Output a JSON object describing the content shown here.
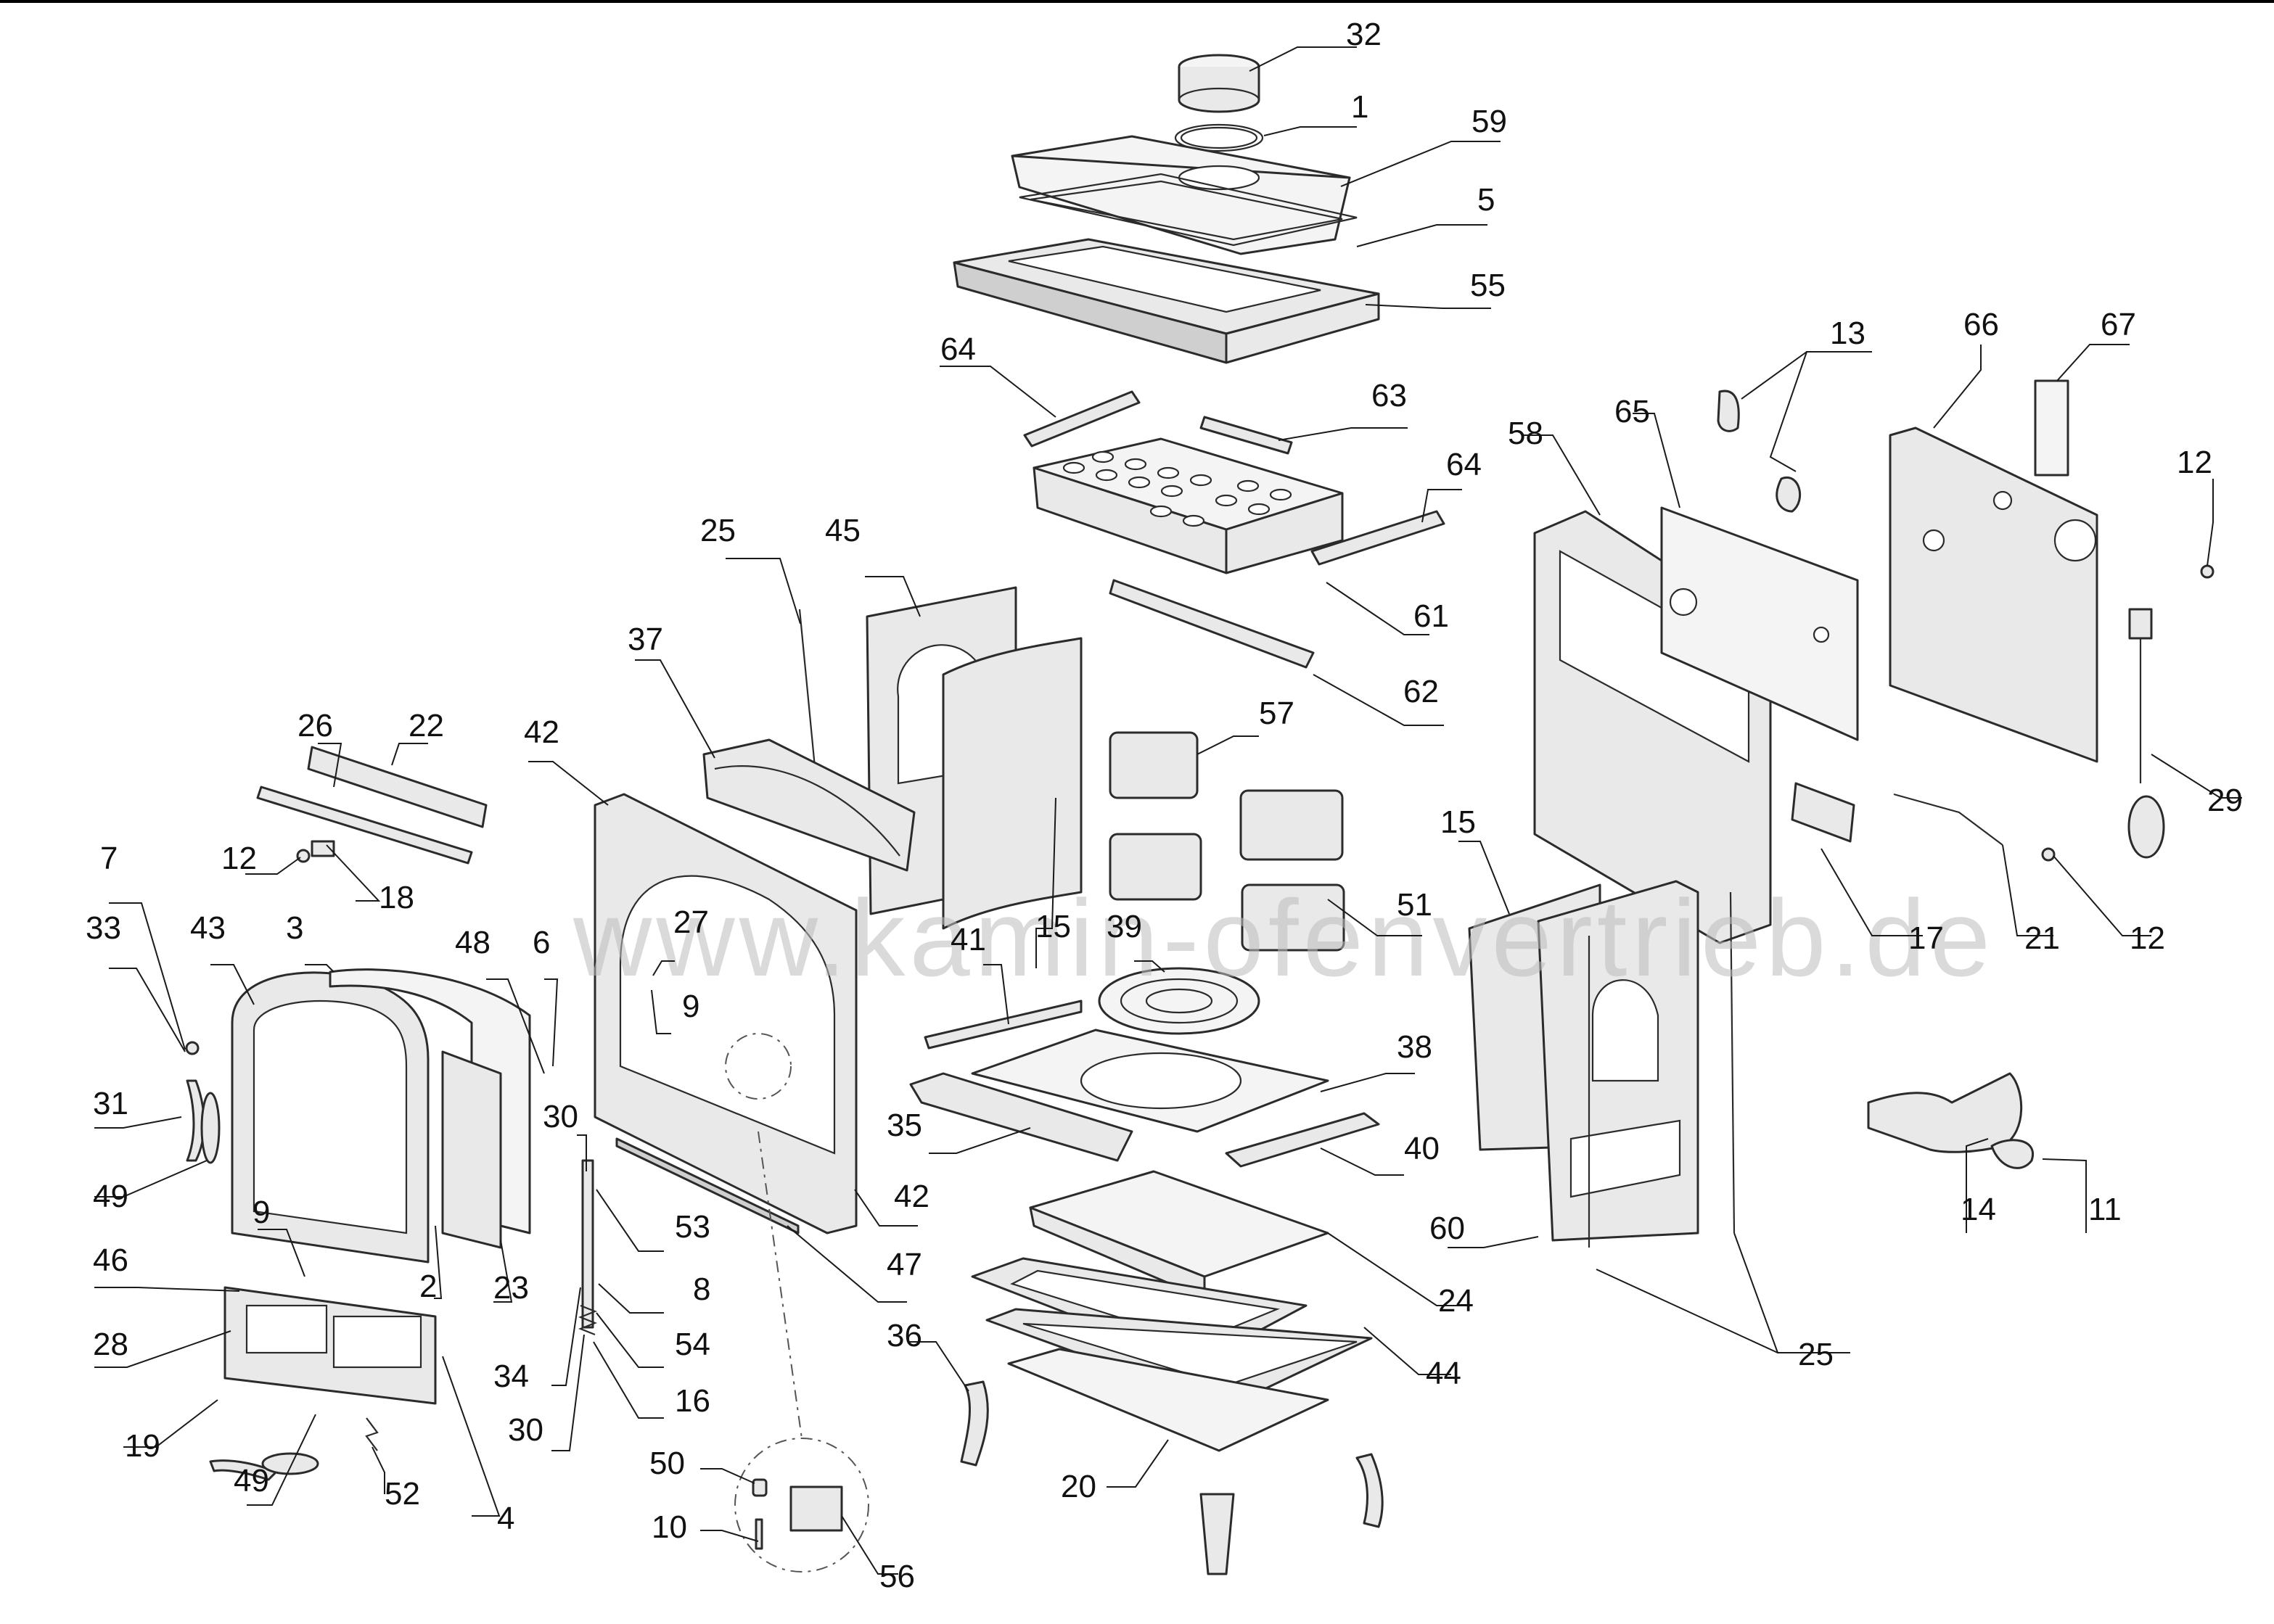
{
  "watermark": "www.kamin-ofenvertrieb.de",
  "callouts": [
    "32",
    "1",
    "59",
    "5",
    "55",
    "64",
    "63",
    "64",
    "61",
    "62",
    "25",
    "45",
    "37",
    "42",
    "26",
    "22",
    "12",
    "18",
    "7",
    "33",
    "43",
    "3",
    "48",
    "6",
    "27",
    "9",
    "57",
    "51",
    "41",
    "39",
    "15",
    "38",
    "35",
    "40",
    "42",
    "47",
    "30",
    "53",
    "8",
    "54",
    "16",
    "34",
    "30",
    "31",
    "49",
    "9",
    "46",
    "28",
    "19",
    "49",
    "52",
    "4",
    "2",
    "23",
    "50",
    "10",
    "56",
    "36",
    "24",
    "20",
    "44",
    "13",
    "66",
    "67",
    "65",
    "58",
    "12",
    "29",
    "17",
    "21",
    "12",
    "15",
    "60",
    "14",
    "11",
    "25"
  ]
}
